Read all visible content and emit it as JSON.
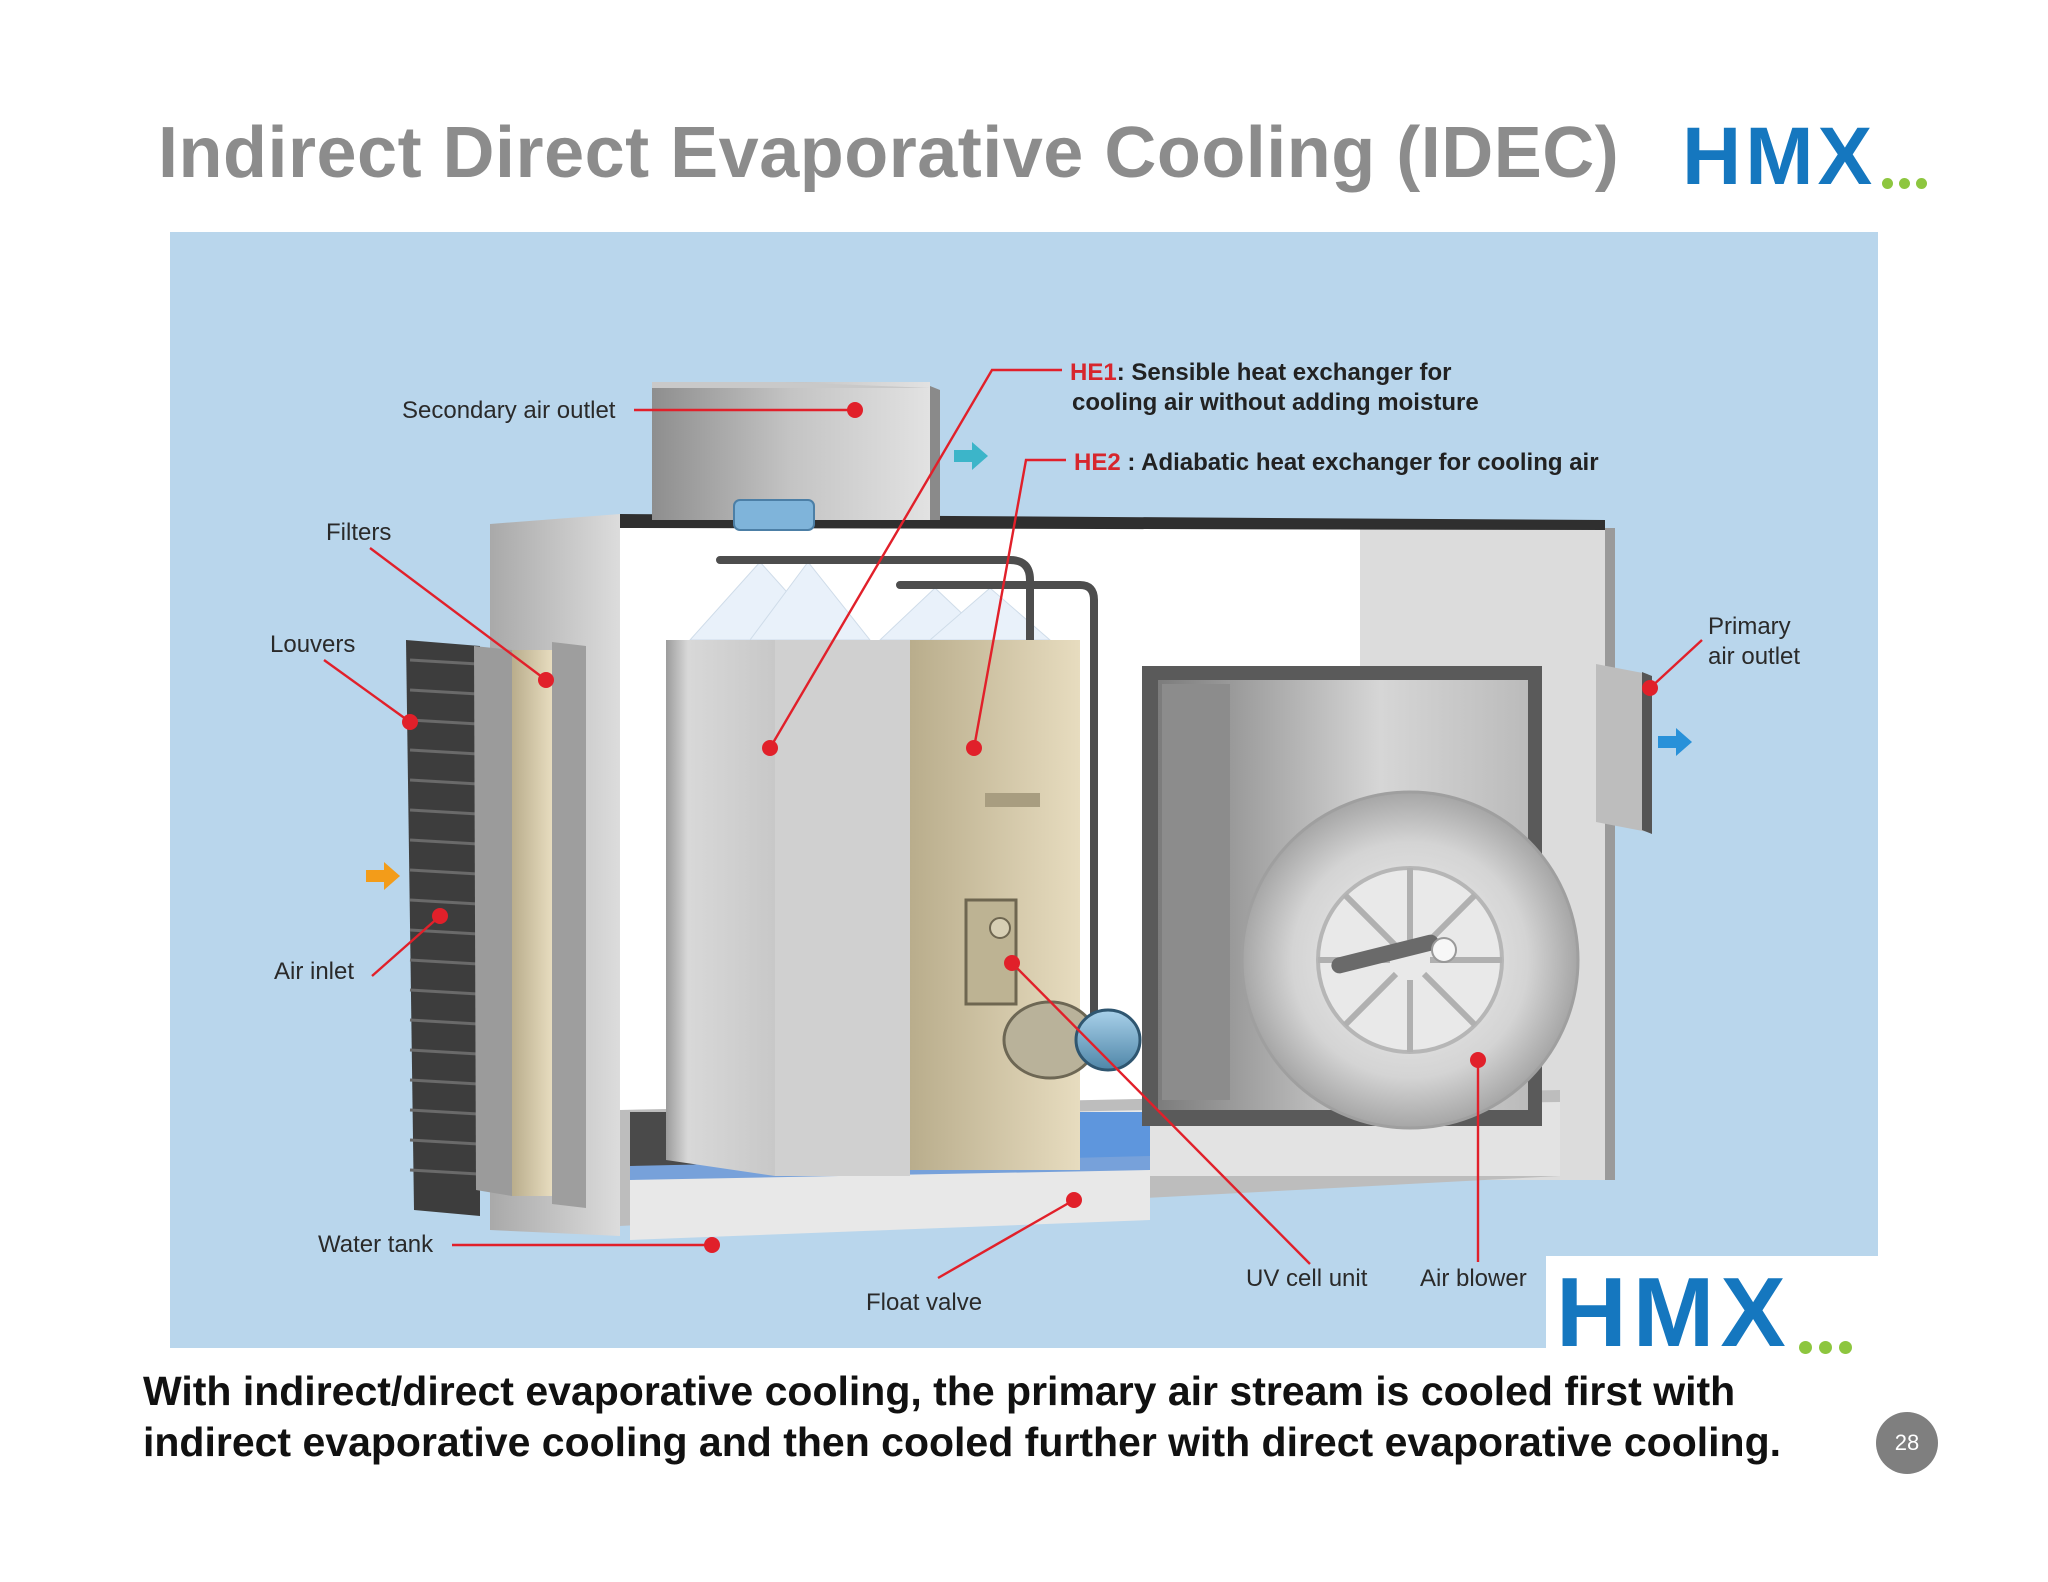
{
  "title": "Indirect Direct Evaporative Cooling (IDEC)",
  "logo": {
    "text": "HMX"
  },
  "colors": {
    "accent_blue": "#1577bf",
    "logo_dots": "#8dc63f",
    "callout_red": "#e1202a",
    "panel": "#b9d6ec"
  },
  "diagram": {
    "labels": {
      "secondary_air_outlet": "Secondary air outlet",
      "filters": "Filters",
      "louvers": "Louvers",
      "air_inlet": "Air inlet",
      "water_tank": "Water tank",
      "float_valve": "Float valve",
      "uv_cell_unit": "UV cell unit",
      "air_blower": "Air blower",
      "primary_air_outlet_1": "Primary",
      "primary_air_outlet_2": "air outlet"
    },
    "he1": {
      "tag": "HE1",
      "line1": ": Sensible heat exchanger for",
      "line2": "cooling air without adding moisture"
    },
    "he2": {
      "tag": "HE2",
      "text": " : Adiabatic heat exchanger for cooling air"
    }
  },
  "caption": {
    "line1": "With indirect/direct evaporative cooling, the primary air stream is cooled first with",
    "line2": "indirect evaporative cooling and then cooled further with direct evaporative cooling."
  },
  "page_number": "28"
}
